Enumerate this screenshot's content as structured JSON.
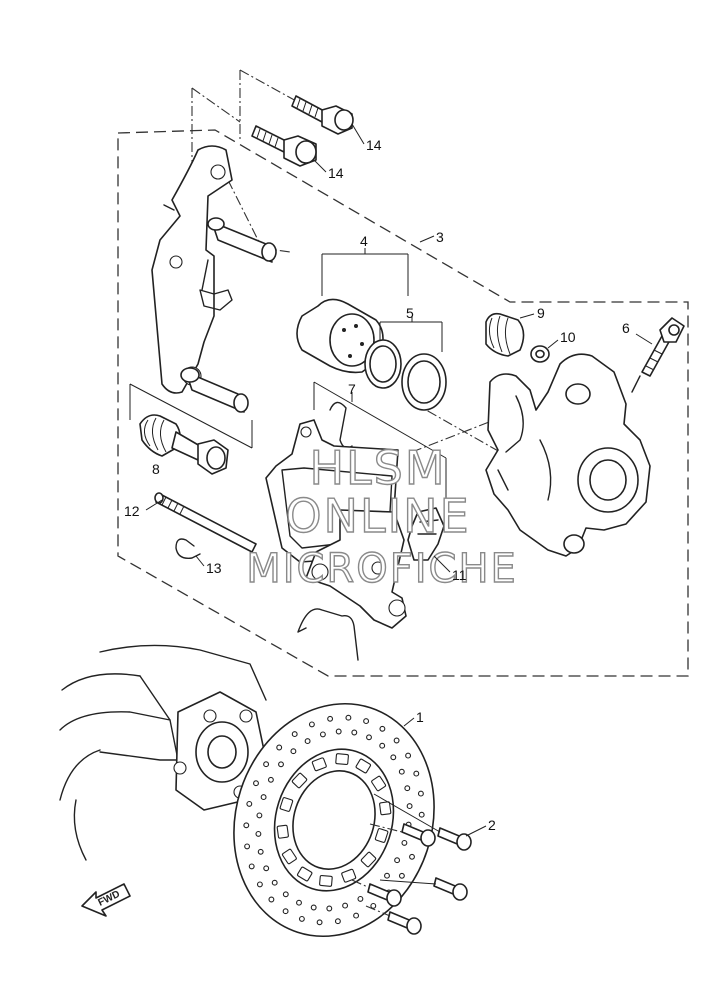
{
  "callouts": {
    "c1": "1",
    "c2": "2",
    "c3": "3",
    "c4": "4",
    "c5": "5",
    "c6": "6",
    "c7": "7",
    "c8": "8",
    "c9": "9",
    "c10": "10",
    "c11": "11",
    "c12": "12",
    "c13": "13",
    "c14a": "14",
    "c14b": "14"
  },
  "watermark": {
    "line1": "HLSM",
    "line2": "ONLINE",
    "line3": "MICROFICHE"
  },
  "direction_arrow": {
    "label": "FWD",
    "icon": "forward-arrow-icon"
  }
}
